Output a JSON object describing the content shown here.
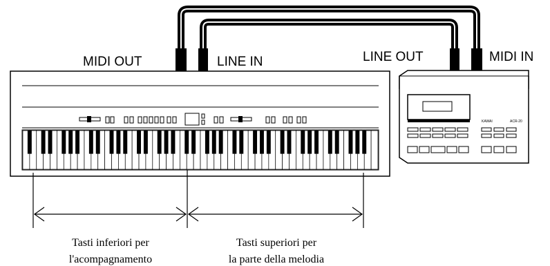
{
  "labels": {
    "midi_out": "MIDI OUT",
    "line_in": "LINE IN",
    "line_out": "LINE OUT",
    "midi_in": "MIDI IN"
  },
  "captions": {
    "lower": [
      "Tasti inferiori per",
      "l'acompagnamento"
    ],
    "upper": [
      "Tasti superiori per",
      "la parte della melodia"
    ]
  },
  "device": {
    "brand": "KAWAI",
    "model": "ACR-20"
  },
  "piano": {
    "white_key_count": 52
  }
}
